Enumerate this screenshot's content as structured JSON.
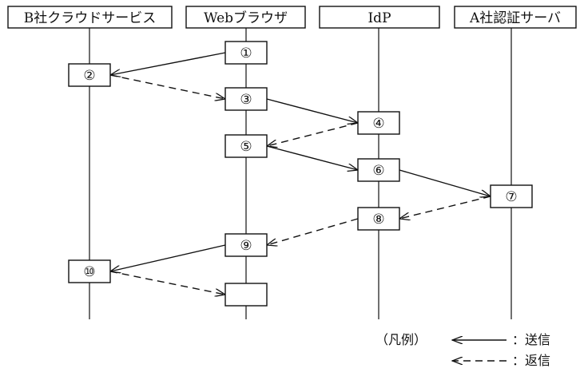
{
  "participants": [
    {
      "id": "b",
      "label": "B社クラウドサービス"
    },
    {
      "id": "w",
      "label": "Webブラウザ"
    },
    {
      "id": "i",
      "label": "IdP"
    },
    {
      "id": "a",
      "label": "A社認証サーバ"
    }
  ],
  "steps": [
    {
      "label": "①",
      "on": "w"
    },
    {
      "label": "②",
      "on": "b"
    },
    {
      "label": "③",
      "on": "w"
    },
    {
      "label": "④",
      "on": "i"
    },
    {
      "label": "⑤",
      "on": "w"
    },
    {
      "label": "⑥",
      "on": "i"
    },
    {
      "label": "⑦",
      "on": "a"
    },
    {
      "label": "⑧",
      "on": "i"
    },
    {
      "label": "⑨",
      "on": "w"
    },
    {
      "label": "⑩",
      "on": "b"
    },
    {
      "label": "",
      "on": "w"
    }
  ],
  "messages": [
    {
      "from": 0,
      "to": 1,
      "kind": "send"
    },
    {
      "from": 1,
      "to": 2,
      "kind": "return"
    },
    {
      "from": 2,
      "to": 3,
      "kind": "send"
    },
    {
      "from": 3,
      "to": 4,
      "kind": "return"
    },
    {
      "from": 4,
      "to": 5,
      "kind": "send"
    },
    {
      "from": 5,
      "to": 6,
      "kind": "send"
    },
    {
      "from": 6,
      "to": 7,
      "kind": "return"
    },
    {
      "from": 7,
      "to": 8,
      "kind": "return"
    },
    {
      "from": 8,
      "to": 9,
      "kind": "send"
    },
    {
      "from": 9,
      "to": 10,
      "kind": "return"
    }
  ],
  "legend": {
    "title": "（凡例）",
    "send_label": "：送信",
    "return_label": "：返信"
  }
}
